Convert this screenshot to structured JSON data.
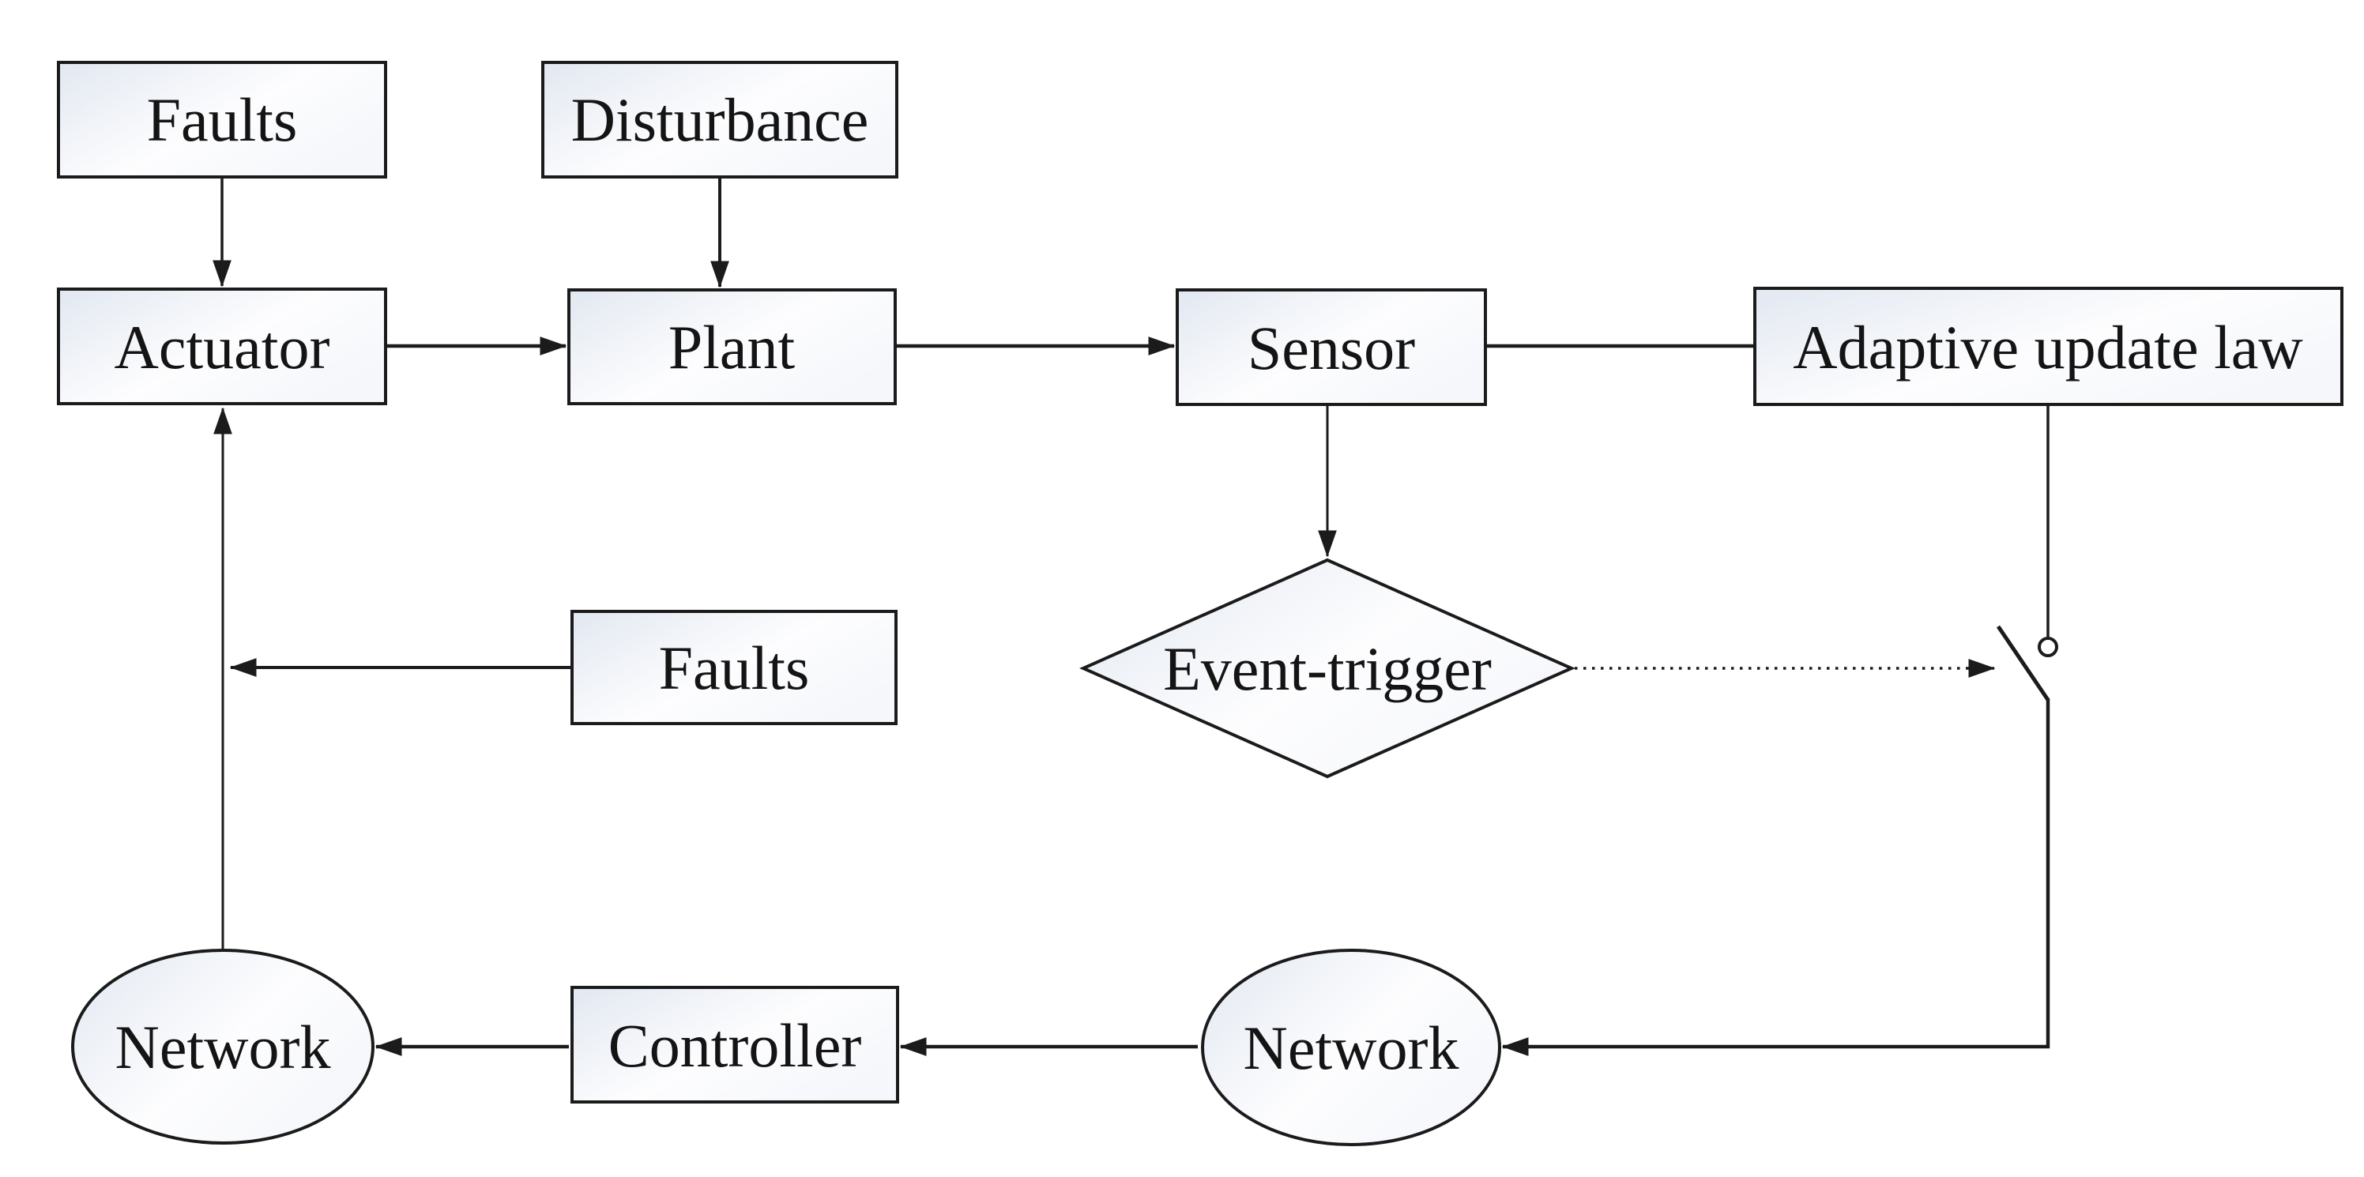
{
  "diagram": {
    "type": "block-diagram",
    "description": "Event-triggered networked adaptive fault-tolerant control system block diagram",
    "background": "#ffffff",
    "colors": {
      "stroke": "#1b1b1b",
      "text": "#141414",
      "node_fill_from": "#e2e8f1",
      "node_fill_mid": "#fdfdfe",
      "node_fill_to": "#f5f7fb"
    },
    "nodes": {
      "faults_top": {
        "label": "Faults",
        "shape": "rect"
      },
      "disturbance": {
        "label": "Disturbance",
        "shape": "rect"
      },
      "actuator": {
        "label": "Actuator",
        "shape": "rect"
      },
      "plant": {
        "label": "Plant",
        "shape": "rect"
      },
      "sensor": {
        "label": "Sensor",
        "shape": "rect"
      },
      "adaptive_update_law": {
        "label": "Adaptive update law",
        "shape": "rect"
      },
      "event_trigger": {
        "label": "Event-trigger",
        "shape": "diamond"
      },
      "faults_mid": {
        "label": "Faults",
        "shape": "rect"
      },
      "network_left": {
        "label": "Network",
        "shape": "ellipse"
      },
      "controller": {
        "label": "Controller",
        "shape": "rect"
      },
      "network_right": {
        "label": "Network",
        "shape": "ellipse"
      },
      "switch": {
        "label": "",
        "shape": "switch-symbol"
      }
    },
    "edges": [
      {
        "from": "faults_top",
        "to": "actuator",
        "style": "solid",
        "arrow": true
      },
      {
        "from": "disturbance",
        "to": "plant",
        "style": "solid",
        "arrow": true
      },
      {
        "from": "actuator",
        "to": "plant",
        "style": "solid",
        "arrow": true
      },
      {
        "from": "plant",
        "to": "sensor",
        "style": "solid",
        "arrow": true
      },
      {
        "from": "sensor",
        "to": "adaptive_update_law",
        "style": "solid",
        "arrow": false
      },
      {
        "from": "sensor",
        "to": "event_trigger",
        "style": "solid",
        "arrow": true
      },
      {
        "from": "event_trigger",
        "to": "switch",
        "style": "dotted",
        "arrow": true
      },
      {
        "from": "adaptive_update_law",
        "to": "switch",
        "style": "solid",
        "arrow": false
      },
      {
        "from": "switch",
        "to": "network_right",
        "style": "solid",
        "arrow": true
      },
      {
        "from": "network_right",
        "to": "controller",
        "style": "solid",
        "arrow": true
      },
      {
        "from": "controller",
        "to": "network_left",
        "style": "solid",
        "arrow": true
      },
      {
        "from": "network_left",
        "to": "actuator",
        "style": "solid",
        "arrow": true
      },
      {
        "from": "faults_mid",
        "to": "network_left_actuator_line",
        "style": "solid",
        "arrow": true
      }
    ]
  }
}
